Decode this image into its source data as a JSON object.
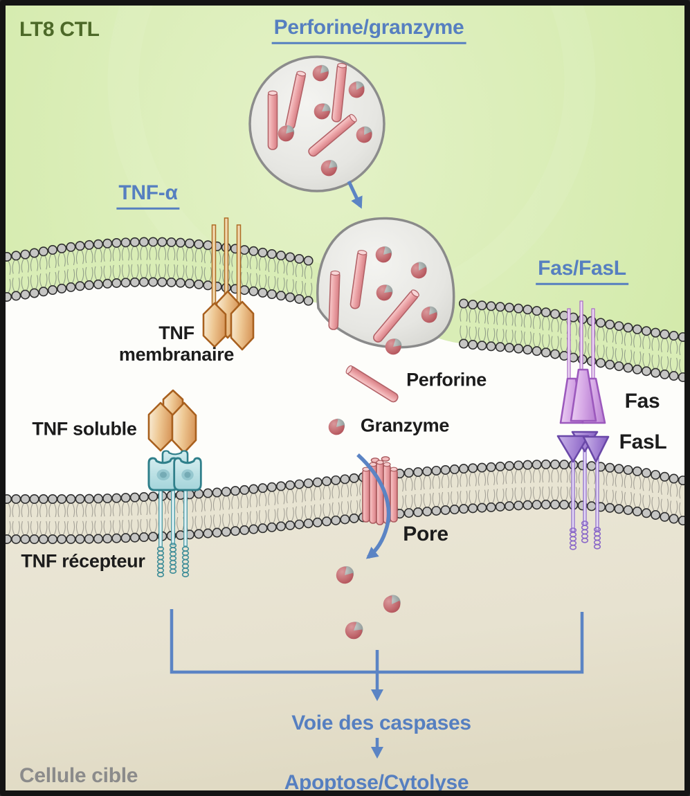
{
  "diagram": {
    "ctl_cell_label": "LT8 CTL",
    "target_cell_label": "Cellule cible",
    "pathways": {
      "perforin_granzyme": {
        "title": "Perforine/granzyme",
        "perforin_label": "Perforine",
        "granzyme_label": "Granzyme",
        "pore_label": "Pore"
      },
      "tnf": {
        "title": "TNF-α",
        "membrane_label_line1": "TNF",
        "membrane_label_line2": "membranaire",
        "soluble_label": "TNF soluble",
        "receptor_label": "TNF récepteur"
      },
      "fas": {
        "title": "Fas/FasL",
        "fas_label": "Fas",
        "fasl_label": "FasL"
      }
    },
    "outcome": {
      "caspase_label": "Voie des caspases",
      "result_label": "Apoptose/Cytolyse"
    },
    "colors": {
      "heading_blue": "#567fc0",
      "arrow_blue": "#5b84c4",
      "ctl_text_green": "#4d6928",
      "target_text_gray": "#8b8b8b",
      "label_black": "#1c1c1c",
      "ctl_cytoplasm_green": "#d2e9a8",
      "synaptic_cleft_white": "#fdfdfa",
      "target_cytoplasm_beige": "#e9e5d3",
      "membrane_head_gray": "#c6c6c4",
      "perforin_pink": "#eba3a6",
      "granzyme_rose": "#b5555c",
      "tnf_tan": "#ecc795",
      "tnf_receptor_teal": "#9fd2d8",
      "fas_lilac": "#c08fd8",
      "fasl_purple": "#8b67c6",
      "vesicle_gray": "#dadad6"
    }
  }
}
